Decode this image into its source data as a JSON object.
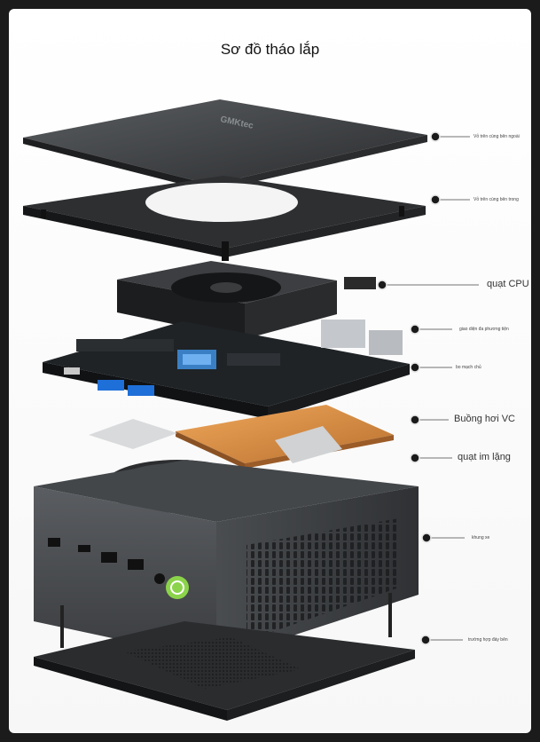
{
  "title": "Sơ đồ tháo lắp",
  "brand_logo": "GMKtec",
  "labels": {
    "top_cover": "Vỏ trên cùng bên ngoài",
    "inner_cover": "Vỏ trên cùng bên trong",
    "cpu_fan": "quạt CPU",
    "media_interface": "giao diện đa phương tiện",
    "motherboard": "bo mạch chủ",
    "vapor_chamber": "Buồng hơi VC",
    "silent_fan": "quạt im lặng",
    "chassis": "khung xe",
    "bottom_case": "trường hợp đáy bên"
  },
  "colors": {
    "background": "#ffffff",
    "metal_dark": "#3a3d40",
    "copper": "#d88a3c",
    "usb_blue": "#1f6fd8",
    "power_green": "#8bd34a"
  }
}
